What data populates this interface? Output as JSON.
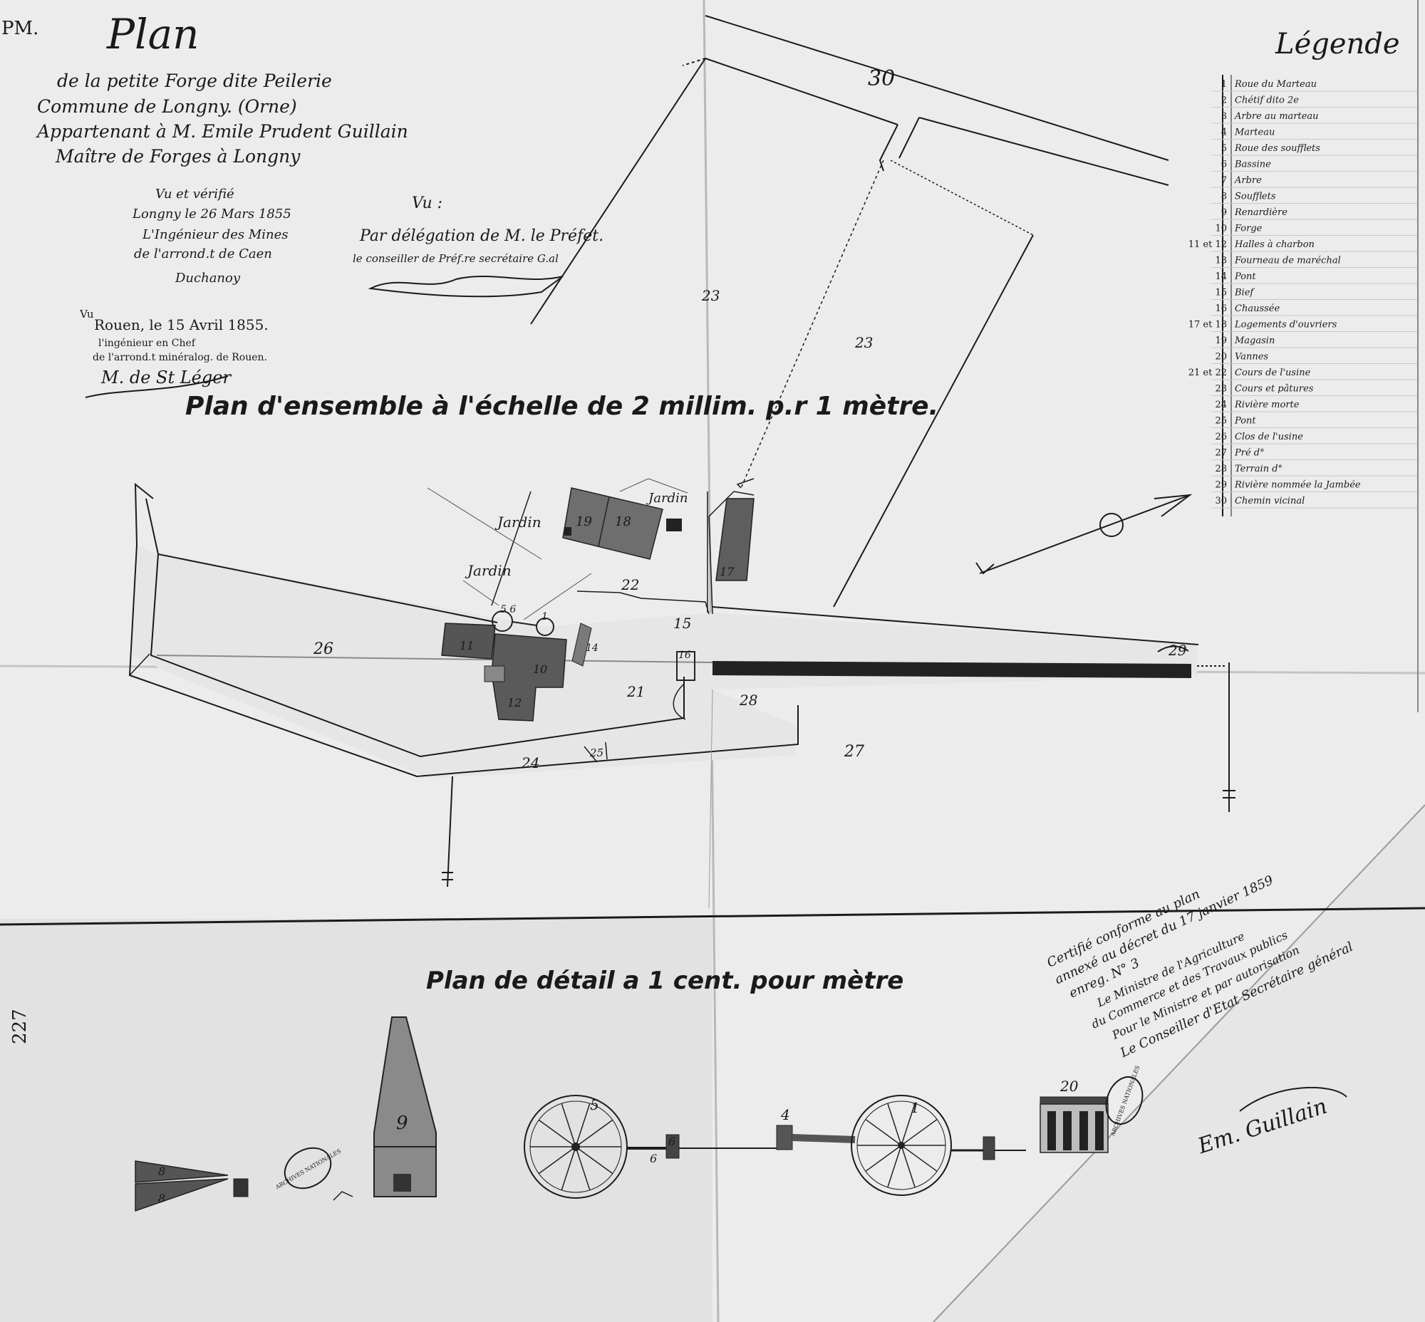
{
  "corner_mark": "PM.",
  "title_block": {
    "title": "Plan",
    "lines": [
      "de la petite Forge dite Peilerie",
      "Commune de Longny. (Orne)",
      "Appartenant à M. Emile Prudent Guillain",
      "Maître de Forges à Longny"
    ]
  },
  "verification_note": {
    "lines": [
      "Vu et vérifié",
      "Longny le 26 Mars 1855",
      "L'Ingénieur des Mines",
      "de l'arrond.t de Caen",
      "Duchanoy"
    ]
  },
  "prefect_note": {
    "lines": [
      "Vu :",
      "Par délégation de M. le Préfet.",
      "le conseiller de Préf.re secrétaire G.al"
    ]
  },
  "rouen_note": {
    "lines": [
      "Vu",
      "Rouen, le 15 Avril 1855.",
      "l'ingénieur en Chef",
      "de l'arrond.t minéralog. de Rouen.",
      "M. de St Léger"
    ]
  },
  "ensemble_title": "Plan d'ensemble à l'échelle de 2 millim. p.r 1 mètre.",
  "detail_title": "Plan de détail a 1 cent. pour mètre",
  "margin_number": "227",
  "legend": {
    "title": "Légende",
    "items": [
      {
        "num": "1",
        "label": "Roue du Marteau"
      },
      {
        "num": "2",
        "label": "Chétif dito 2e"
      },
      {
        "num": "3",
        "label": "Arbre au marteau"
      },
      {
        "num": "4",
        "label": "Marteau"
      },
      {
        "num": "5",
        "label": "Roue des soufflets"
      },
      {
        "num": "6",
        "label": "Bassine"
      },
      {
        "num": "7",
        "label": "Arbre"
      },
      {
        "num": "8",
        "label": "Soufflets"
      },
      {
        "num": "9",
        "label": "Renardière"
      },
      {
        "num": "10",
        "label": "Forge"
      },
      {
        "num": "11 et 12",
        "label": "Halles à charbon"
      },
      {
        "num": "13",
        "label": "Fourneau de maréchal"
      },
      {
        "num": "14",
        "label": "Pont"
      },
      {
        "num": "15",
        "label": "Bief"
      },
      {
        "num": "16",
        "label": "Chaussée"
      },
      {
        "num": "17 et 18",
        "label": "Logements d'ouvriers"
      },
      {
        "num": "19",
        "label": "Magasin"
      },
      {
        "num": "20",
        "label": "Vannes"
      },
      {
        "num": "21 et 22",
        "label": "Cours de l'usine"
      },
      {
        "num": "23",
        "label": "Cours et pâtures"
      },
      {
        "num": "24",
        "label": "Rivière morte"
      },
      {
        "num": "25",
        "label": "Pont"
      },
      {
        "num": "26",
        "label": "Clos de l'usine"
      },
      {
        "num": "27",
        "label": "Pré d°"
      },
      {
        "num": "28",
        "label": "Terrain d°"
      },
      {
        "num": "29",
        "label": "Rivière nommée la Jambée"
      },
      {
        "num": "30",
        "label": "Chemin vicinal"
      }
    ]
  },
  "map_labels": {
    "jardin": "Jardin",
    "n30": "30",
    "n23a": "23",
    "n23b": "23",
    "n26": "26",
    "n22": "22",
    "n15": "15",
    "n21": "21",
    "n28": "28",
    "n27": "27",
    "n24": "24",
    "n25": "25",
    "n29": "29",
    "n17": "17",
    "n18": "18",
    "n19": "19",
    "n11": "11",
    "n12": "12",
    "n10": "10",
    "n14": "14",
    "n16": "16",
    "n56": "5 6",
    "n1": "1"
  },
  "detail_labels": {
    "d8a": "8",
    "d8b": "8",
    "d9": "9",
    "d5": "5",
    "d6a": "6",
    "d6b": "6",
    "d4": "4",
    "d1": "1",
    "d20": "20"
  },
  "stamp_text": "ARCHIVES NATIONALES",
  "certification": {
    "lines": [
      "Certifié conforme au plan",
      "annexé au décret du 17 janvier 1859",
      "enreg. N° 3",
      "Le Ministre de l'Agriculture",
      "du Commerce et des Travaux publics",
      "Pour le Ministre et par autorisation",
      "Le Conseiller d'Etat Secrétaire général"
    ]
  },
  "signature": "Em. Guillain",
  "colors": {
    "paper": "#ededed",
    "ink": "#1b1b1b",
    "wash": "#6a6a6a",
    "river": "#222222"
  }
}
